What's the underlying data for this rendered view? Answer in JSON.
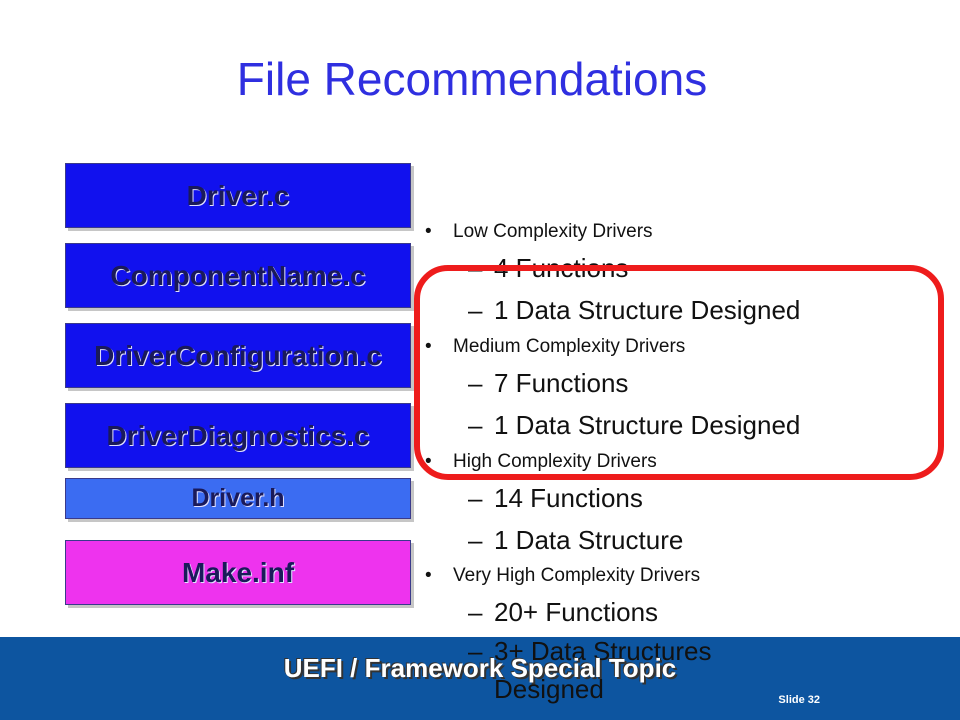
{
  "title": "File Recommendations",
  "files": [
    {
      "name": "Driver.c"
    },
    {
      "name": "ComponentName.c"
    },
    {
      "name": "DriverConfiguration.c"
    },
    {
      "name": "DriverDiagnostics.c"
    },
    {
      "name": "Driver.h"
    },
    {
      "name": "Make.inf"
    }
  ],
  "colors": {
    "title": "#2f2fe0",
    "box_blue": "#1111ee",
    "box_light_blue": "#3b6cf2",
    "box_magenta": "#ee33ee",
    "highlight": "#ee1c1c",
    "footer": "#0d55a0"
  },
  "groups": [
    {
      "label": "Low Complexity Drivers",
      "items": [
        "4 Functions",
        "1 Data Structure Designed"
      ]
    },
    {
      "label": "Medium Complexity Drivers",
      "items": [
        "7 Functions",
        "1 Data Structure Designed"
      ]
    },
    {
      "label": "High Complexity Drivers",
      "items": [
        "14 Functions",
        "1 Data Structure"
      ]
    },
    {
      "label": "Very High Complexity Drivers",
      "items": [
        "20+ Functions",
        "3+ Data Structures",
        "Designed"
      ]
    }
  ],
  "bullet_marker": "•",
  "dash_marker": "–",
  "footer": {
    "title": "UEFI / Framework Special Topic",
    "slide": "Slide 32"
  }
}
